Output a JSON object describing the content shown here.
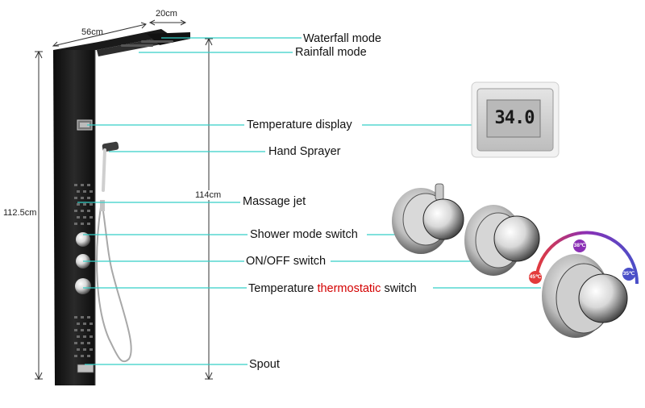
{
  "dimensions": {
    "top_width": "56cm",
    "top_depth": "20cm",
    "panel_height": "112.5cm",
    "total_height": "114cm"
  },
  "labels": {
    "waterfall": "Waterfall mode",
    "rainfall": "Rainfall mode",
    "temp_display": "Temperature display",
    "hand_sprayer": "Hand Sprayer",
    "massage": "Massage jet",
    "shower_switch": "Shower mode switch",
    "onoff": "ON/OFF switch",
    "thermo_prefix": "Temperature ",
    "thermo_highlight": "thermostatic",
    "thermo_suffix": " switch",
    "spout": "Spout"
  },
  "display_reading": "34.0",
  "thermostat_scale": {
    "hot": "45℃",
    "mid": "38℃",
    "cool": "35℃"
  },
  "colors": {
    "leader_line": "#34cfc6",
    "highlight": "#d40000",
    "hot": "#e33b3b",
    "mid": "#8b2fb5",
    "cool": "#4a4fc8"
  },
  "icons": {
    "display": "lcd-display-icon",
    "knob": "chrome-knob-icon"
  }
}
